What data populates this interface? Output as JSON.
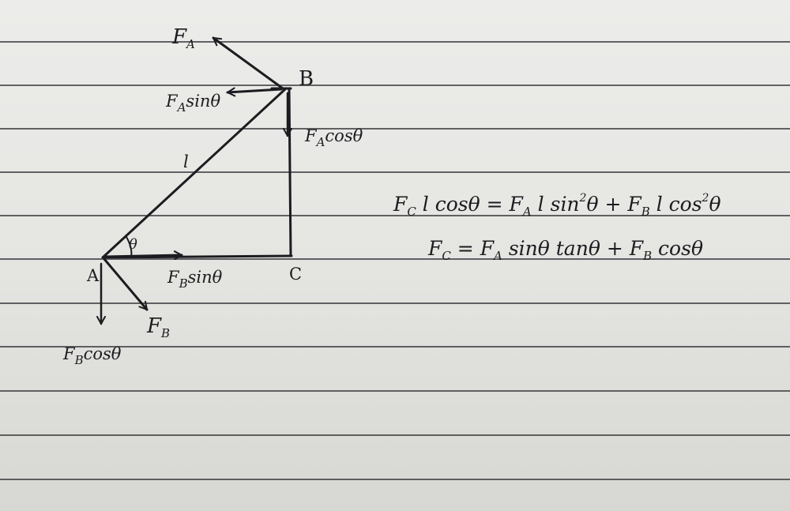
{
  "points": {
    "A": "A",
    "B": "B",
    "C": "C"
  },
  "side_label": "l",
  "angle_label": "θ",
  "forces": {
    "FA": {
      "base": "F",
      "sub": "A"
    },
    "FA_sin": {
      "base": "F",
      "sub": "A",
      "rest": "sinθ"
    },
    "FA_cos": {
      "base": "F",
      "sub": "A",
      "rest": "cosθ"
    },
    "FB": {
      "base": "F",
      "sub": "B"
    },
    "FB_sin": {
      "base": "F",
      "sub": "B",
      "rest": "sinθ"
    },
    "FB_cos": {
      "base": "F",
      "sub": "B",
      "rest": "cosθ"
    }
  },
  "equations": {
    "eq1": {
      "lhs_base": "F",
      "lhs_sub": "C",
      "lhs_rest": " l cosθ = ",
      "t1_base": "F",
      "t1_sub": "A",
      "t1_rest": " l sin",
      "t1_sup": "2",
      "t1_end": "θ",
      "plus": " + ",
      "t2_base": "F",
      "t2_sub": "B",
      "t2_rest": " l cos",
      "t2_sup": "2",
      "t2_end": "θ"
    },
    "eq2": {
      "lhs_base": "F",
      "lhs_sub": "C",
      "lhs_rest": " = ",
      "t1_base": "F",
      "t1_sub": "A",
      "t1_rest": " sinθ tanθ",
      "plus": " + ",
      "t2_base": "F",
      "t2_sub": "B",
      "t2_rest": " cosθ"
    }
  },
  "colors": {
    "paper": "#e8e8e5",
    "rule": "#3b3b3f",
    "ink": "#1c1c20"
  }
}
